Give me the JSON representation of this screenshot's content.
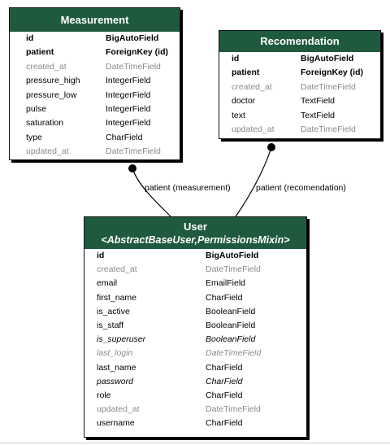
{
  "models": {
    "measurement": {
      "title": "Measurement",
      "fields": [
        {
          "name": "id",
          "type": "BigAutoField"
        },
        {
          "name": "patient",
          "type": "ForeignKey (id)"
        },
        {
          "name": "created_at",
          "type": "DateTimeField"
        },
        {
          "name": "pressure_high",
          "type": "IntegerField"
        },
        {
          "name": "pressure_low",
          "type": "IntegerField"
        },
        {
          "name": "pulse",
          "type": "IntegerField"
        },
        {
          "name": "saturation",
          "type": "IntegerField"
        },
        {
          "name": "type",
          "type": "CharField"
        },
        {
          "name": "updated_at",
          "type": "DateTimeField"
        }
      ]
    },
    "recomendation": {
      "title": "Recomendation",
      "fields": [
        {
          "name": "id",
          "type": "BigAutoField"
        },
        {
          "name": "patient",
          "type": "ForeignKey (id)"
        },
        {
          "name": "created_at",
          "type": "DateTimeField"
        },
        {
          "name": "doctor",
          "type": "TextField"
        },
        {
          "name": "text",
          "type": "TextField"
        },
        {
          "name": "updated_at",
          "type": "DateTimeField"
        }
      ]
    },
    "user": {
      "title": "User",
      "subtitle": "<AbstractBaseUser,PermissionsMixin>",
      "fields": [
        {
          "name": "id",
          "type": "BigAutoField"
        },
        {
          "name": "created_at",
          "type": "DateTimeField"
        },
        {
          "name": "email",
          "type": "EmailField"
        },
        {
          "name": "first_name",
          "type": "CharField"
        },
        {
          "name": "is_active",
          "type": "BooleanField"
        },
        {
          "name": "is_staff",
          "type": "BooleanField"
        },
        {
          "name": "is_superuser",
          "type": "BooleanField"
        },
        {
          "name": "last_login",
          "type": "DateTimeField"
        },
        {
          "name": "last_name",
          "type": "CharField"
        },
        {
          "name": "password",
          "type": "CharField"
        },
        {
          "name": "role",
          "type": "CharField"
        },
        {
          "name": "updated_at",
          "type": "DateTimeField"
        },
        {
          "name": "username",
          "type": "CharField"
        }
      ]
    }
  },
  "relations": [
    {
      "label": "patient (measurement)"
    },
    {
      "label": "patient (recomendation)"
    }
  ],
  "colors": {
    "header_bg": "#1f5a3f",
    "header_text": "#ffffff",
    "muted_text": "#8a8a8a"
  }
}
